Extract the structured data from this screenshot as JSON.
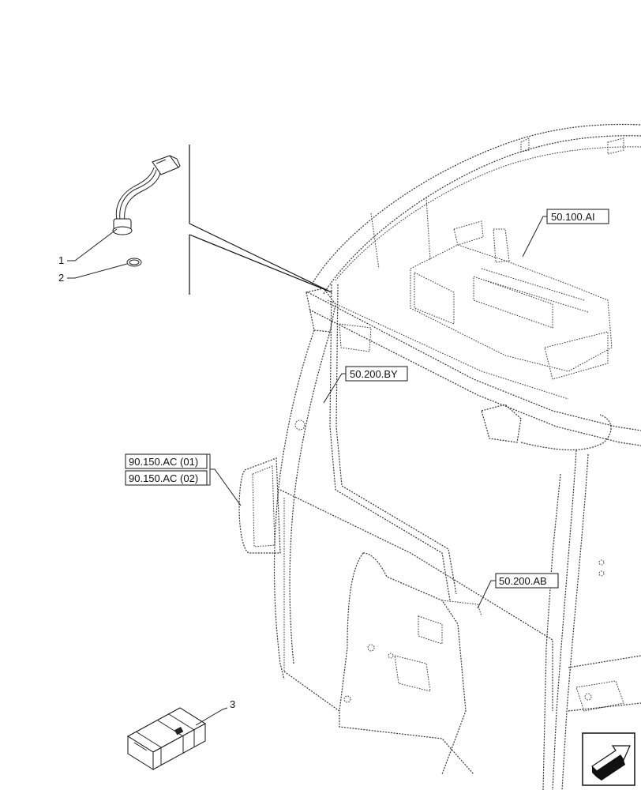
{
  "diagram": {
    "item_labels": [
      "1",
      "2",
      "3"
    ],
    "ref_labels": {
      "r1": "50.100.AI",
      "r2": "50.200.BY",
      "r3a": "90.150.AC (01)",
      "r3b": "90.150.AC (02)",
      "r4": "50.200.AB"
    },
    "icons": [
      "electrical-sensor-icon",
      "o-ring-icon",
      "shipping-crate-icon",
      "navigation-arrow-icon"
    ]
  }
}
